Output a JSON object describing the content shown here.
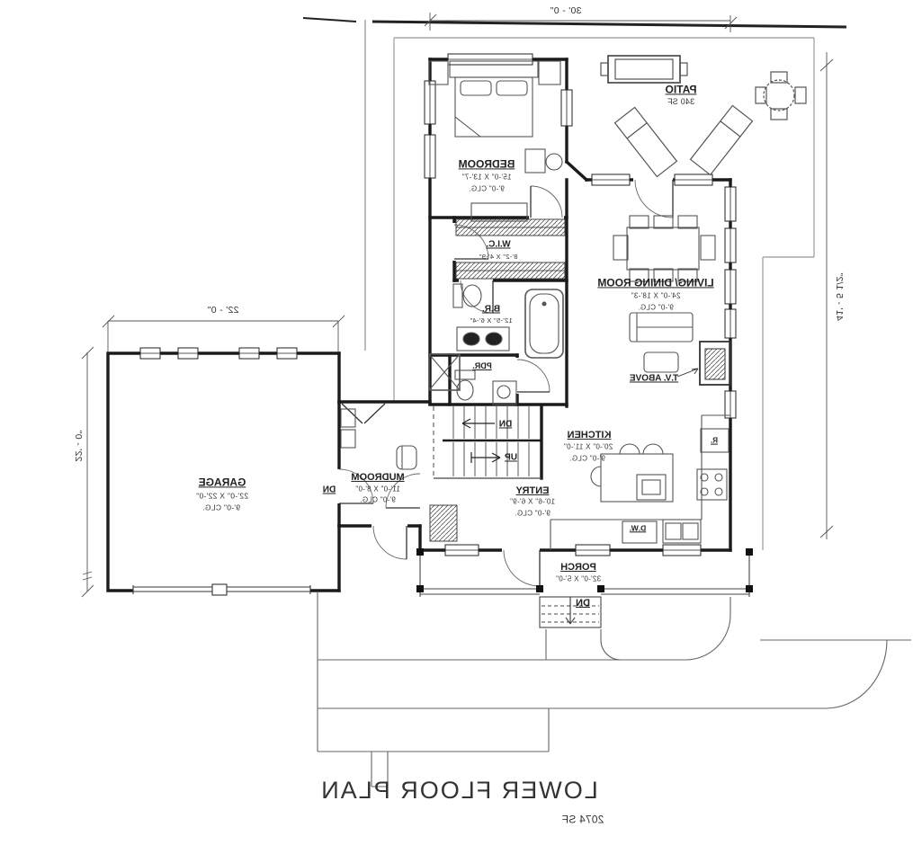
{
  "title": {
    "text": "LOWER FLOOR PLAN",
    "area": "2074 SF"
  },
  "rooms": {
    "bedroom": {
      "name": "BEDROOM",
      "dims": "15'-0\" X 13'-7\"",
      "clg": "9'-0\" CLG."
    },
    "wic": {
      "name": "W.I.C.",
      "dims": "8'-2\" X 4'-9\""
    },
    "bath": {
      "name": "B.R.",
      "dims": "12'-5\" X 6'-4\""
    },
    "pdr": {
      "name": "PDR."
    },
    "living_dining": {
      "name": "LIVING/ DINING ROOM",
      "dims": "24'-0\" X 18'-3\"",
      "clg": "9'-0\" CLG."
    },
    "kitchen": {
      "name": "KITCHEN",
      "dims": "20'-0\" X 11'-0\"",
      "clg": "9'-0\" CLG."
    },
    "entry": {
      "name": "ENTRY",
      "dims": "10'-6\" X 6'-9\"",
      "clg": "9'-0\" CLG."
    },
    "mudroom": {
      "name": "MUDROOM",
      "dims": "11'-0\" X 8'-0\"",
      "clg": "9'-0\" CLG."
    },
    "garage": {
      "name": "GARAGE",
      "dims": "22'-0\" X 22'-0\"",
      "clg": "9'-0\" CLG."
    },
    "porch": {
      "name": "PORCH",
      "dims": "32'-0\" X 5'-0\""
    },
    "patio": {
      "name": "PATIO",
      "area": "340 SF"
    }
  },
  "annotations": {
    "tv_above": "T.V. ABOVE",
    "refrigerator": "R.",
    "dishwasher": "D.W.",
    "dn": "DN",
    "up": "UP"
  },
  "dimensions": {
    "top_width": "30' - 0\"",
    "right_height": "41' - 5 1/2\"",
    "garage_width": "22' - 0\"",
    "garage_depth": "22' - 0\""
  },
  "colors": {
    "wall": "#1b1b1b",
    "furniture": "#555555",
    "site": "#a8a8a8",
    "text": "#2b2b2b",
    "background": "#ffffff"
  }
}
